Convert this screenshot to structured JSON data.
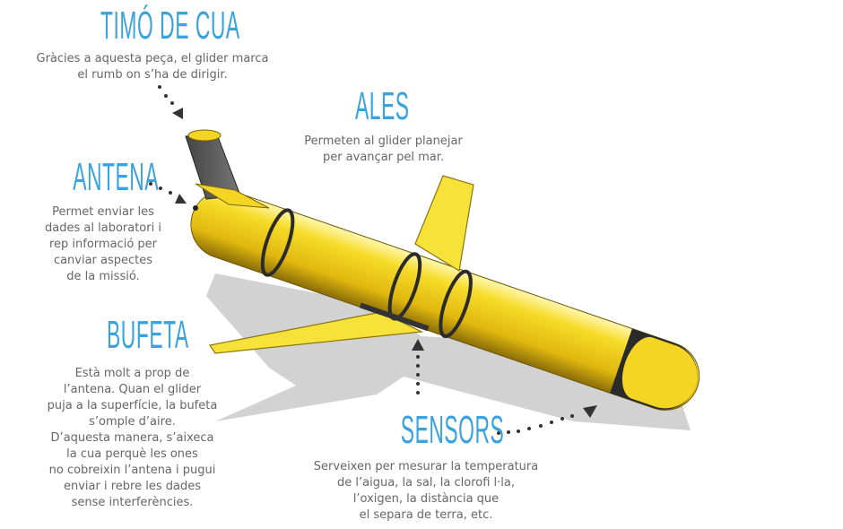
{
  "sections": {
    "tail": {
      "title": "TIMÓ DE CUA",
      "text": "Gràcies a aquesta peça, el glider marca\nel rumb on s’ha de dirigir."
    },
    "wings": {
      "title": "ALES",
      "text": "Permeten al glider planejar\nper avançar pel mar."
    },
    "antenna": {
      "title": "ANTENA",
      "text": "Permet enviar les\ndades al laboratori i\nrep informació per\ncanviar aspectes\nde la missió."
    },
    "bladder": {
      "title": "BUFETA",
      "text": "Està molt a prop de\nl’antena. Quan el glider\npuja a la superfície, la bufeta\ns’omple d’aire.\nD’aquesta manera, s’aixeca\nla cua perquè les ones\nno cobreixin l’antena i pugui\nenviar i rebre les dades\nsense interferències."
    },
    "sensors": {
      "title": "SENSORS",
      "text": "Serveixen per mesurar la temperatura\nde l’aigua, la sal, la clorofi l·la,\nl’oxigen, la distància que\nel separa de terra, etc."
    }
  },
  "colors": {
    "title": "#3aa3dd",
    "text": "#666666",
    "body": "#f5d523",
    "dark": "#2b2b2b",
    "shadow": "#cfcfcf"
  }
}
